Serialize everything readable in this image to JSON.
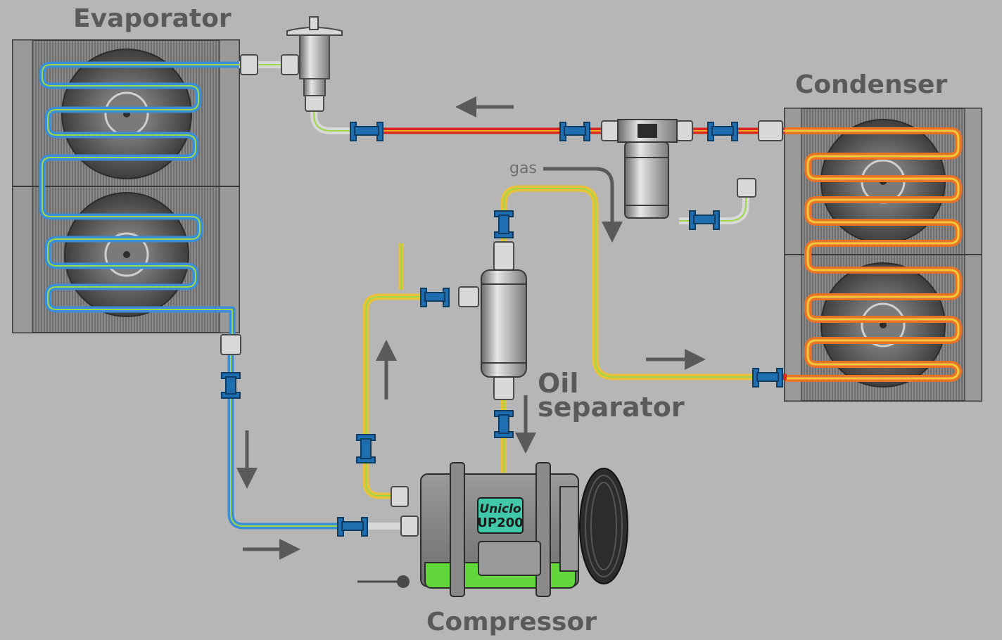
{
  "labels": {
    "evaporator": "Evaporator",
    "condenser": "Condenser",
    "compressor": "Compressor",
    "oil_separator_line1": "Oil",
    "oil_separator_line2": "separator",
    "gas": "gas"
  },
  "compressor_badge": {
    "brand": "Uniclo",
    "model": "UP200"
  },
  "colors": {
    "background": "#b6b6b6",
    "hot_line": "#d8281e",
    "cold_line": "#3a8ed8",
    "suction_line": "#e8c23a",
    "liquid_line": "#9ed84a",
    "fitting_blue": "#1f6fb0",
    "compressor_green": "#62d63a",
    "arrow": "#5a5a5a"
  }
}
